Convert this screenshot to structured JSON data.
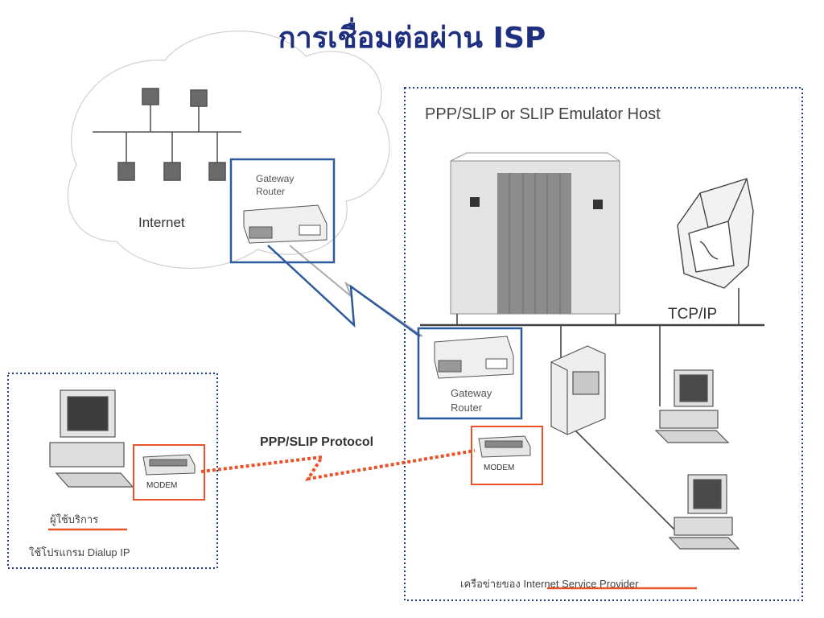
{
  "title": "การเชื่อมต่อผ่าน ISP",
  "host_label": "PPP/SLIP or SLIP Emulator Host",
  "internet_label": "Internet",
  "tcpip_label": "TCP/IP",
  "gateway_router_top": {
    "line1": "Gateway",
    "line2": "Router"
  },
  "gateway_router_bottom": {
    "line1": "Gateway",
    "line2": "Router"
  },
  "modem_user": "MODEM",
  "modem_isp": "MODEM",
  "protocol_label": "PPP/SLIP Protocol",
  "user_label": "ผู้ใช้บริการ",
  "user_program": "ใช้โปรแกรม Dialup  IP",
  "isp_network_prefix": "เครือข่ายของ ",
  "isp_network_name": "Internet Service Provider",
  "colors": {
    "title": "#1f2f80",
    "highlight_blue": "#2b5a9e",
    "highlight_red": "#e8532a",
    "dotted_box": "#1f3d7a"
  }
}
